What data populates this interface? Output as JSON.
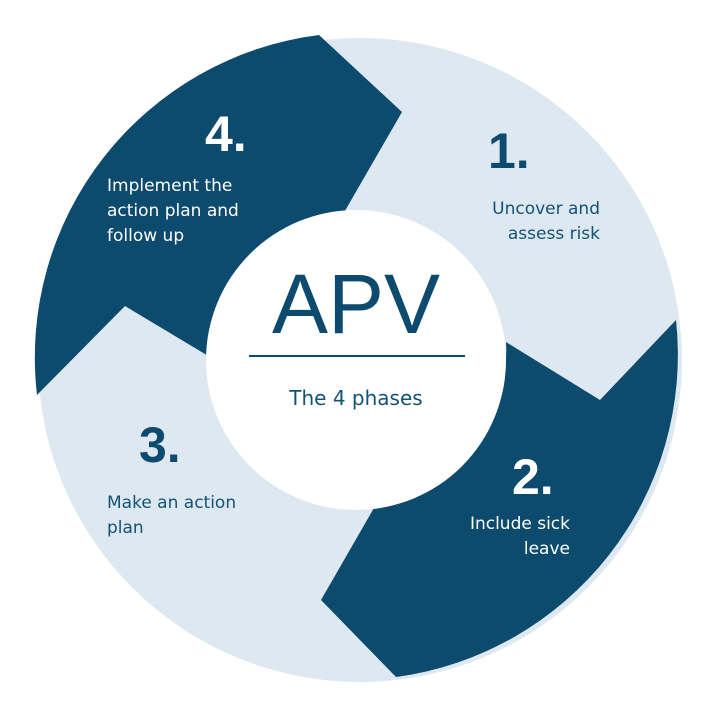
{
  "center": {
    "title": "APV",
    "subtitle": "The 4 phases"
  },
  "phases": [
    {
      "number": "1.",
      "text": "Uncover and\nassess risk"
    },
    {
      "number": "2.",
      "text": "Include sick\nleave"
    },
    {
      "number": "3.",
      "text": "Make an action\nplan"
    },
    {
      "number": "4.",
      "text": "Implement the\naction plan and\nfollow up"
    }
  ],
  "colors": {
    "dark": "#0c4a6e",
    "light": "#dde8f1",
    "center": "#ffffff"
  }
}
